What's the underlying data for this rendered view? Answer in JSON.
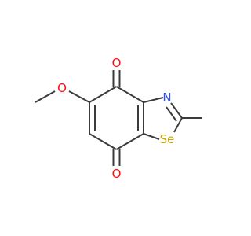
{
  "molecule": {
    "atoms": {
      "O_top": {
        "label": "O",
        "color": "#ff0d0d"
      },
      "O_bottom": {
        "label": "O",
        "color": "#ff0d0d"
      },
      "O_methoxy": {
        "label": "O",
        "color": "#ff0d0d"
      },
      "N": {
        "label": "N",
        "color": "#3050f8"
      },
      "Se": {
        "label": "Se",
        "color": "#c8a600"
      }
    },
    "bond_color": "#3b3b3b"
  }
}
